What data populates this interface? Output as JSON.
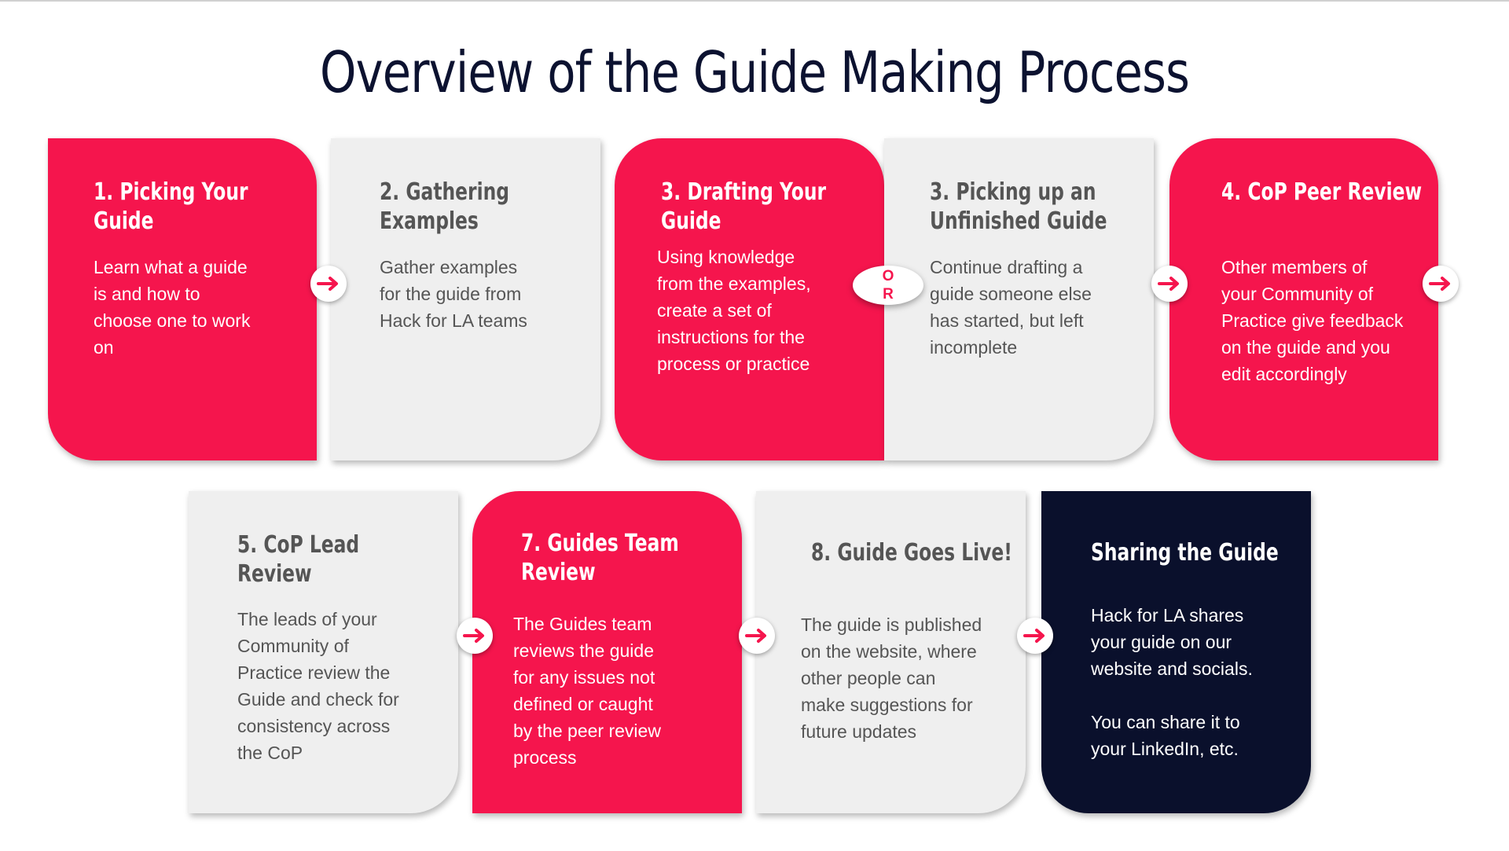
{
  "title": "Overview of the Guide Making Process",
  "or_label": [
    "O",
    "R"
  ],
  "colors": {
    "red": "#f5154d",
    "gray": "#efefef",
    "navy": "#0a102c",
    "title": "#0c1230"
  },
  "steps": [
    {
      "title": [
        "1. Picking Your",
        "Guide"
      ],
      "body": [
        "Learn what a guide",
        "is and how to",
        "choose one to work",
        "on"
      ]
    },
    {
      "title": [
        "2. Gathering",
        "Examples"
      ],
      "body": [
        "Gather examples",
        "for the guide from",
        "Hack for LA teams"
      ]
    },
    {
      "title": [
        "3. Drafting Your",
        "Guide"
      ],
      "body": [
        "Using knowledge",
        "from the examples,",
        "create a set of",
        "instructions for the",
        "process or practice"
      ]
    },
    {
      "title": [
        "3. Picking up an",
        "Unfinished Guide"
      ],
      "body": [
        "Continue drafting a",
        "guide someone else",
        "has started, but left",
        "incomplete"
      ]
    },
    {
      "title": [
        "4. CoP Peer Review"
      ],
      "body": [
        "Other members of",
        "your Community of",
        "Practice give feedback",
        "on the guide and you",
        "edit accordingly"
      ]
    },
    {
      "title": [
        "5. CoP Lead",
        "Review"
      ],
      "body": [
        "The leads of your",
        "Community of",
        "Practice review the",
        "Guide and check for",
        "consistency across",
        "the CoP"
      ]
    },
    {
      "title": [
        "7. Guides Team",
        "Review"
      ],
      "body": [
        "The Guides team",
        "reviews the guide",
        "for any issues not",
        "defined or caught",
        "by the peer review",
        "process"
      ]
    },
    {
      "title": [
        "8. Guide Goes Live!"
      ],
      "body": [
        "The guide is published",
        "on the website, where",
        "other people can",
        "make suggestions for",
        "future updates"
      ]
    },
    {
      "title": [
        "Sharing the Guide"
      ],
      "body": [
        "Hack for LA shares",
        "your guide on our",
        "website and socials.",
        "",
        "You can share it to",
        "your LinkedIn, etc."
      ]
    }
  ],
  "connectors": [
    {
      "icon": "arrow-right-icon"
    },
    {
      "icon": "arrow-right-icon"
    },
    {
      "icon": "arrow-right-icon"
    },
    {
      "icon": "arrow-right-icon"
    },
    {
      "icon": "arrow-right-icon"
    },
    {
      "icon": "arrow-right-icon"
    }
  ]
}
